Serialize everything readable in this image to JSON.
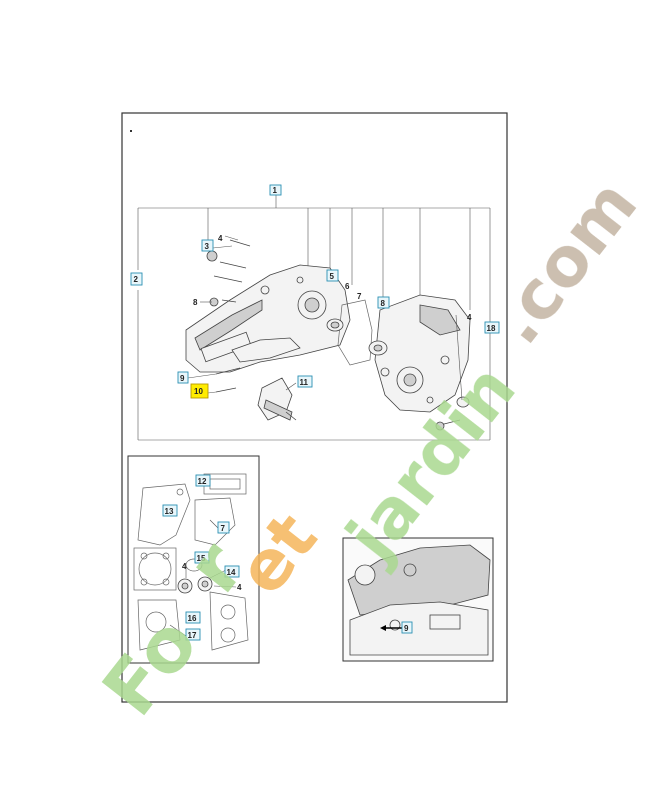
{
  "callouts": {
    "c1": "1",
    "c2": "2",
    "c3": "3",
    "c4a": "4",
    "c4b": "4",
    "c4c": "4",
    "c4d": "4",
    "c5": "5",
    "c6": "6",
    "c7a": "7",
    "c7b": "7",
    "c8": "8",
    "c8b": "8",
    "c9": "9",
    "c10": "10",
    "c11": "11",
    "c12": "12",
    "c13": "13",
    "c14": "14",
    "c15": "15",
    "c16": "16",
    "c17": "17",
    "c18": "18",
    "c9b": "9"
  },
  "watermark": {
    "part1": "Fo",
    "part2": "r",
    "part3": "et",
    "part4": "jardin",
    "part5": ".com"
  },
  "colors": {
    "watermark_green": "#a9d88f",
    "watermark_orange": "#f5b55a",
    "watermark_taupe": "#c3b4a2",
    "callout_border": "#2a8fb3",
    "highlight": "#ffec00"
  }
}
